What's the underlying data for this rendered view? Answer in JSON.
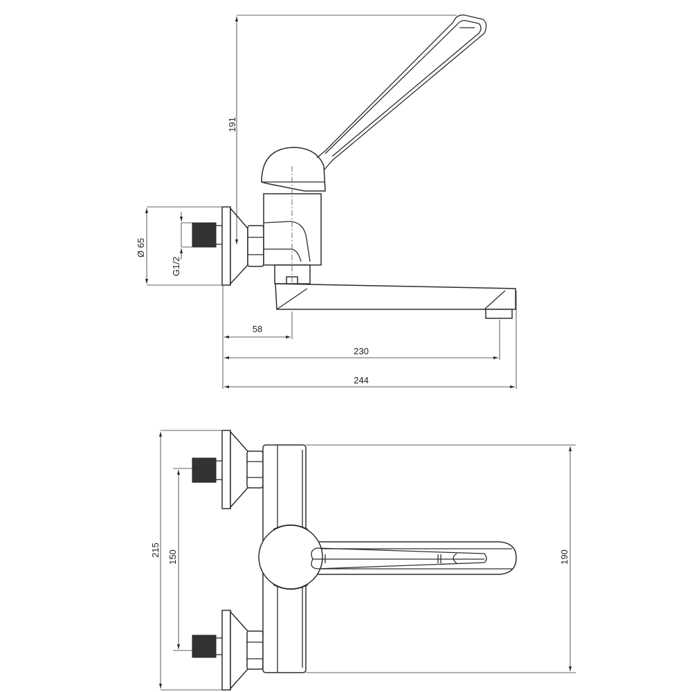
{
  "side_view": {
    "dimensions": {
      "handle_height": "191",
      "flange_diameter": "Ø 65",
      "thread": "G1/2",
      "wall_to_body_center": "58",
      "wall_to_outlet": "230",
      "overall_length": "244"
    }
  },
  "top_view": {
    "dimensions": {
      "overall_height": "215",
      "connection_spacing": "150",
      "body_height": "190"
    }
  }
}
